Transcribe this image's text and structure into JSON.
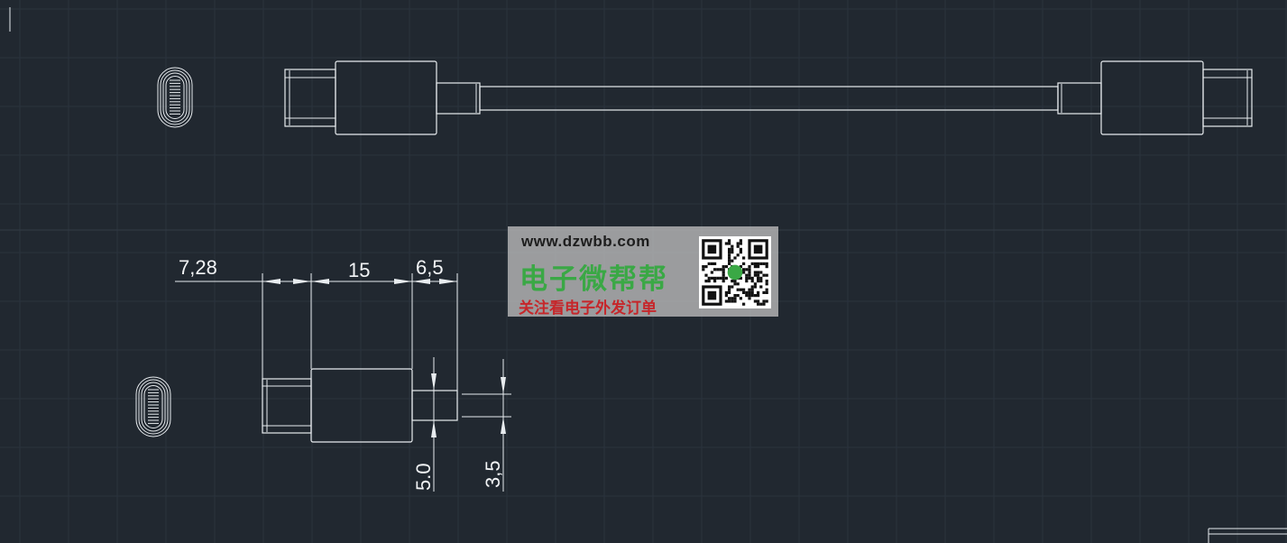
{
  "drawing": {
    "dimensions": {
      "left_length": "7,28",
      "body_length": "15",
      "neck_length": "6,5",
      "body_height": "5.0",
      "cable_height": "3,5"
    }
  },
  "watermark": {
    "url": "www.dzwbb.com",
    "name": "电子微帮帮",
    "slogan": "关注看电子外发订单",
    "qr_icon": "qr-code-icon",
    "colors": {
      "name": "#3aa845",
      "slogan": "#c6262a"
    }
  },
  "colors": {
    "background": "#212830",
    "lines": "#e8ecef"
  }
}
